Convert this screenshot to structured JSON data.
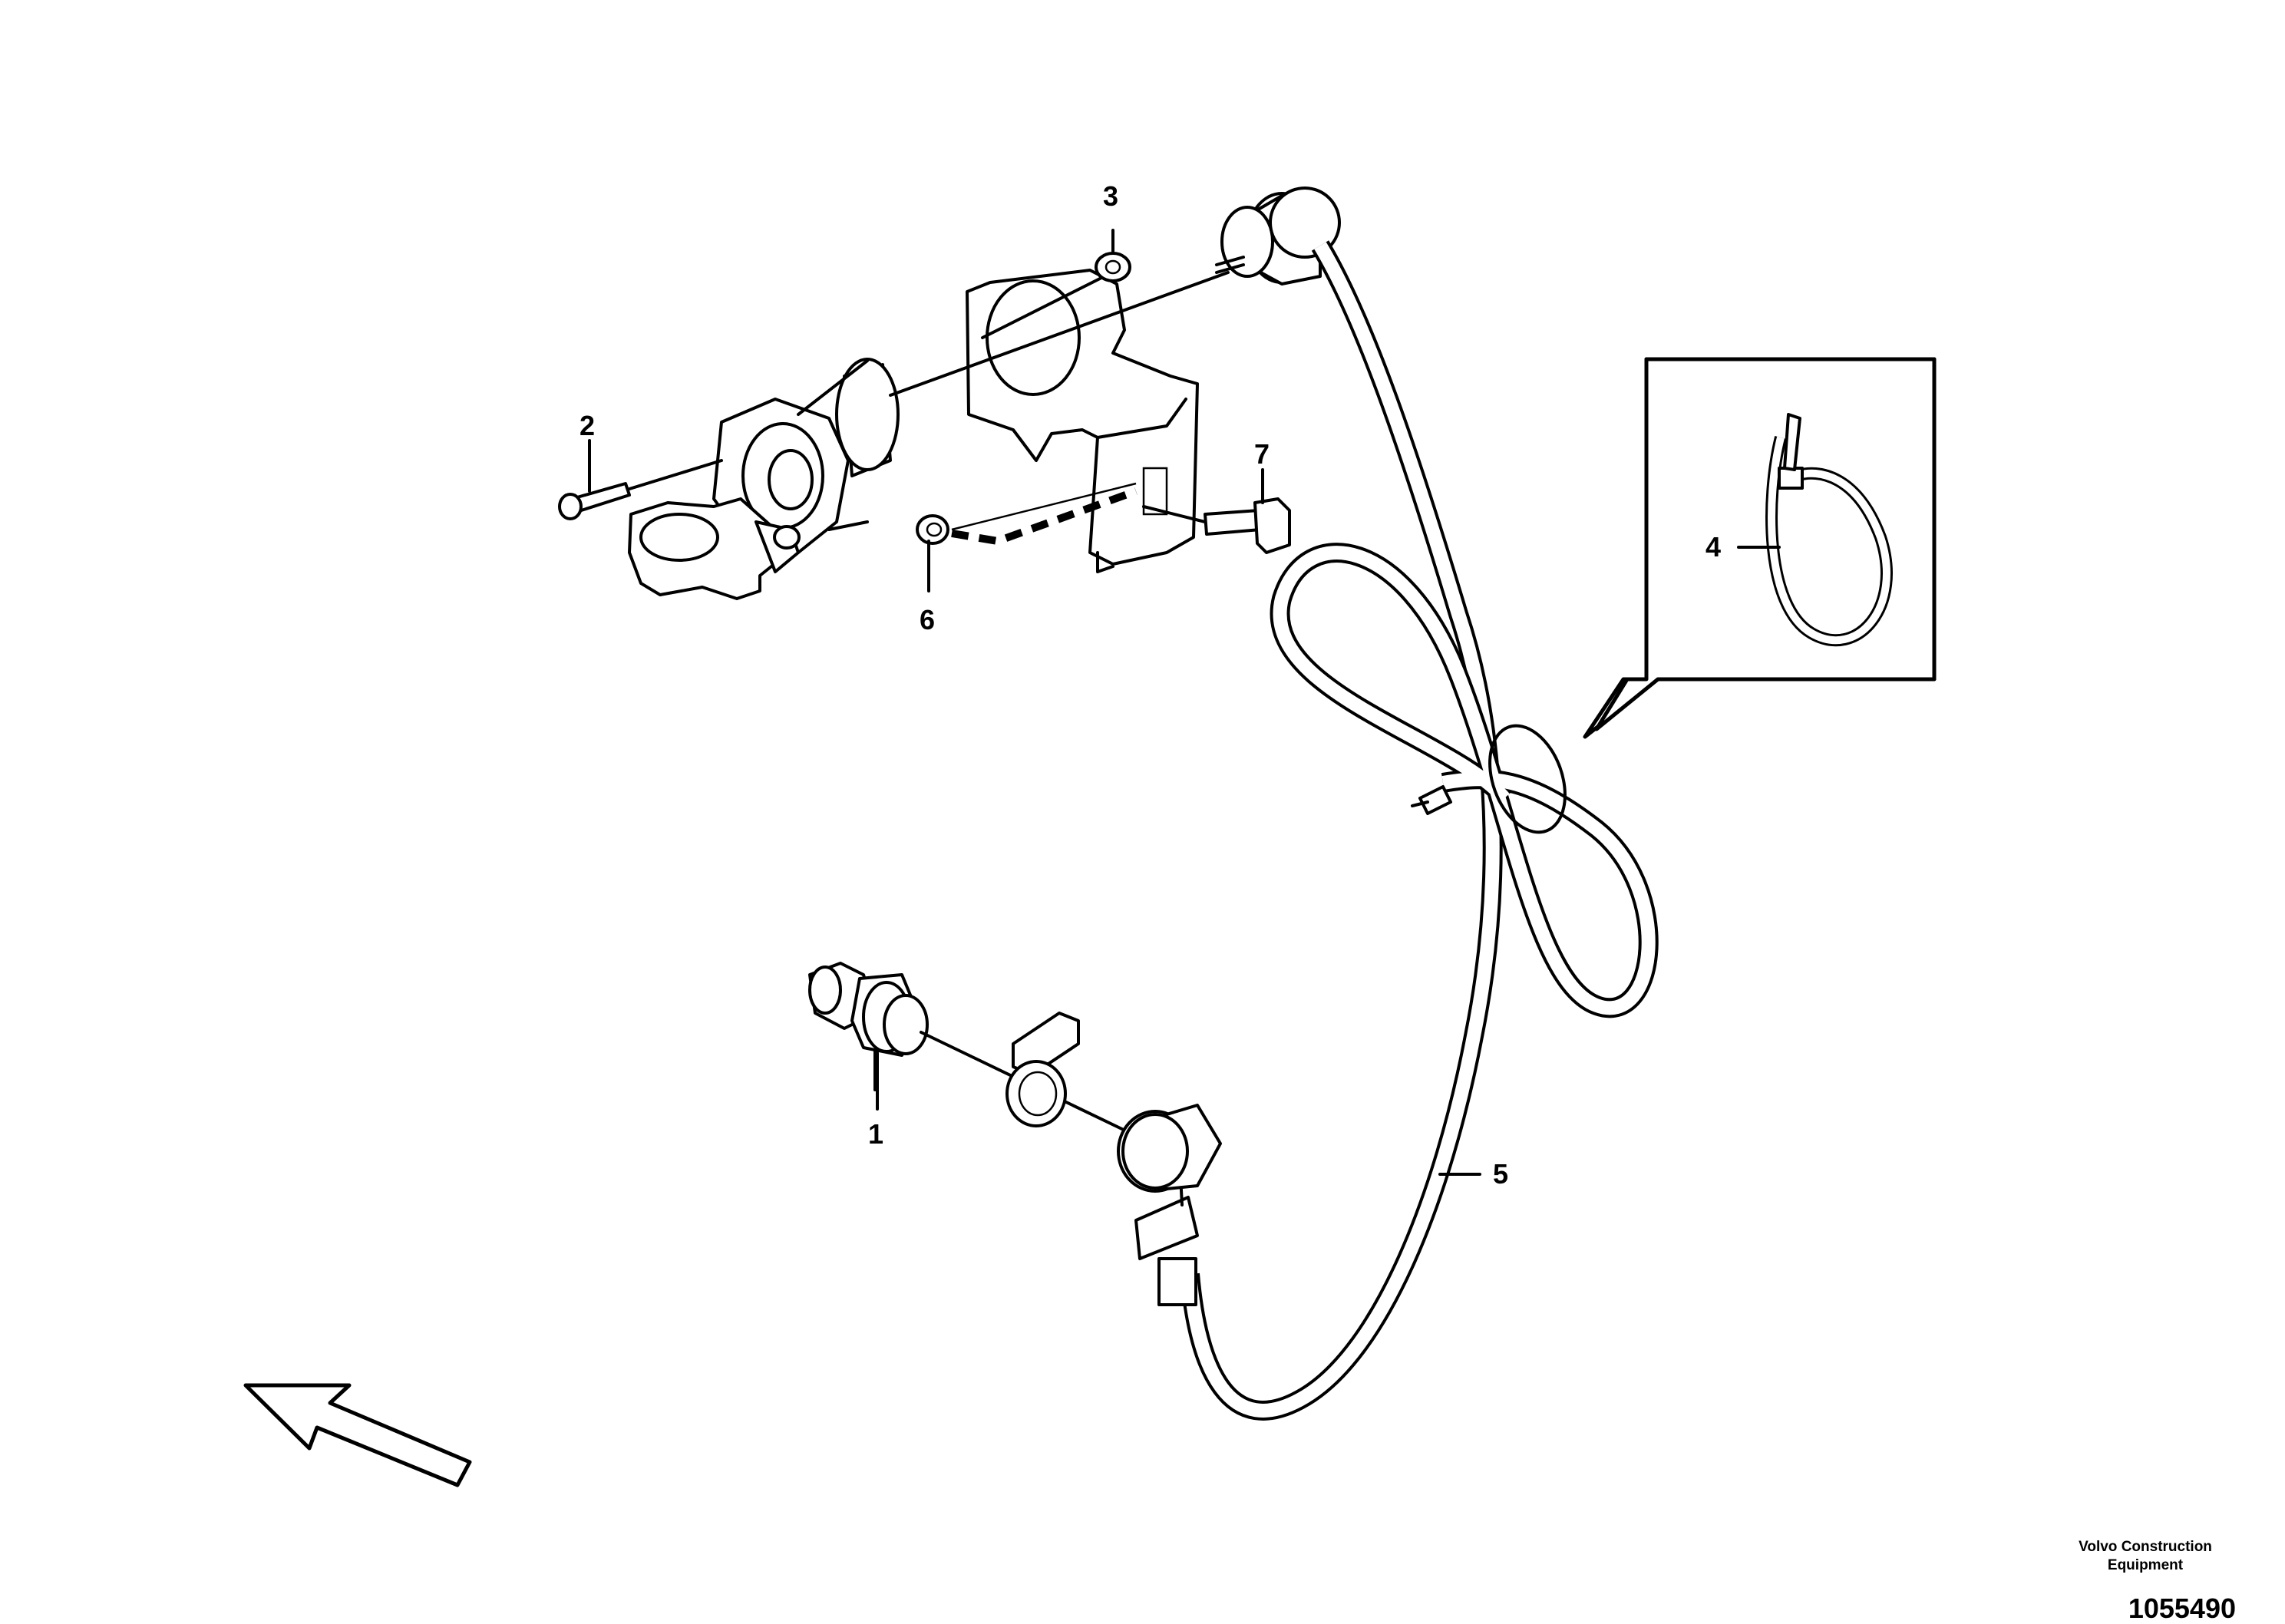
{
  "callouts": [
    {
      "id": "1",
      "label": "1"
    },
    {
      "id": "2",
      "label": "2"
    },
    {
      "id": "3",
      "label": "3"
    },
    {
      "id": "4",
      "label": "4"
    },
    {
      "id": "5",
      "label": "5"
    },
    {
      "id": "6",
      "label": "6"
    },
    {
      "id": "7",
      "label": "7"
    }
  ],
  "footer": {
    "brand": "Volvo Construction Equipment",
    "drawing_number": "1055490"
  }
}
